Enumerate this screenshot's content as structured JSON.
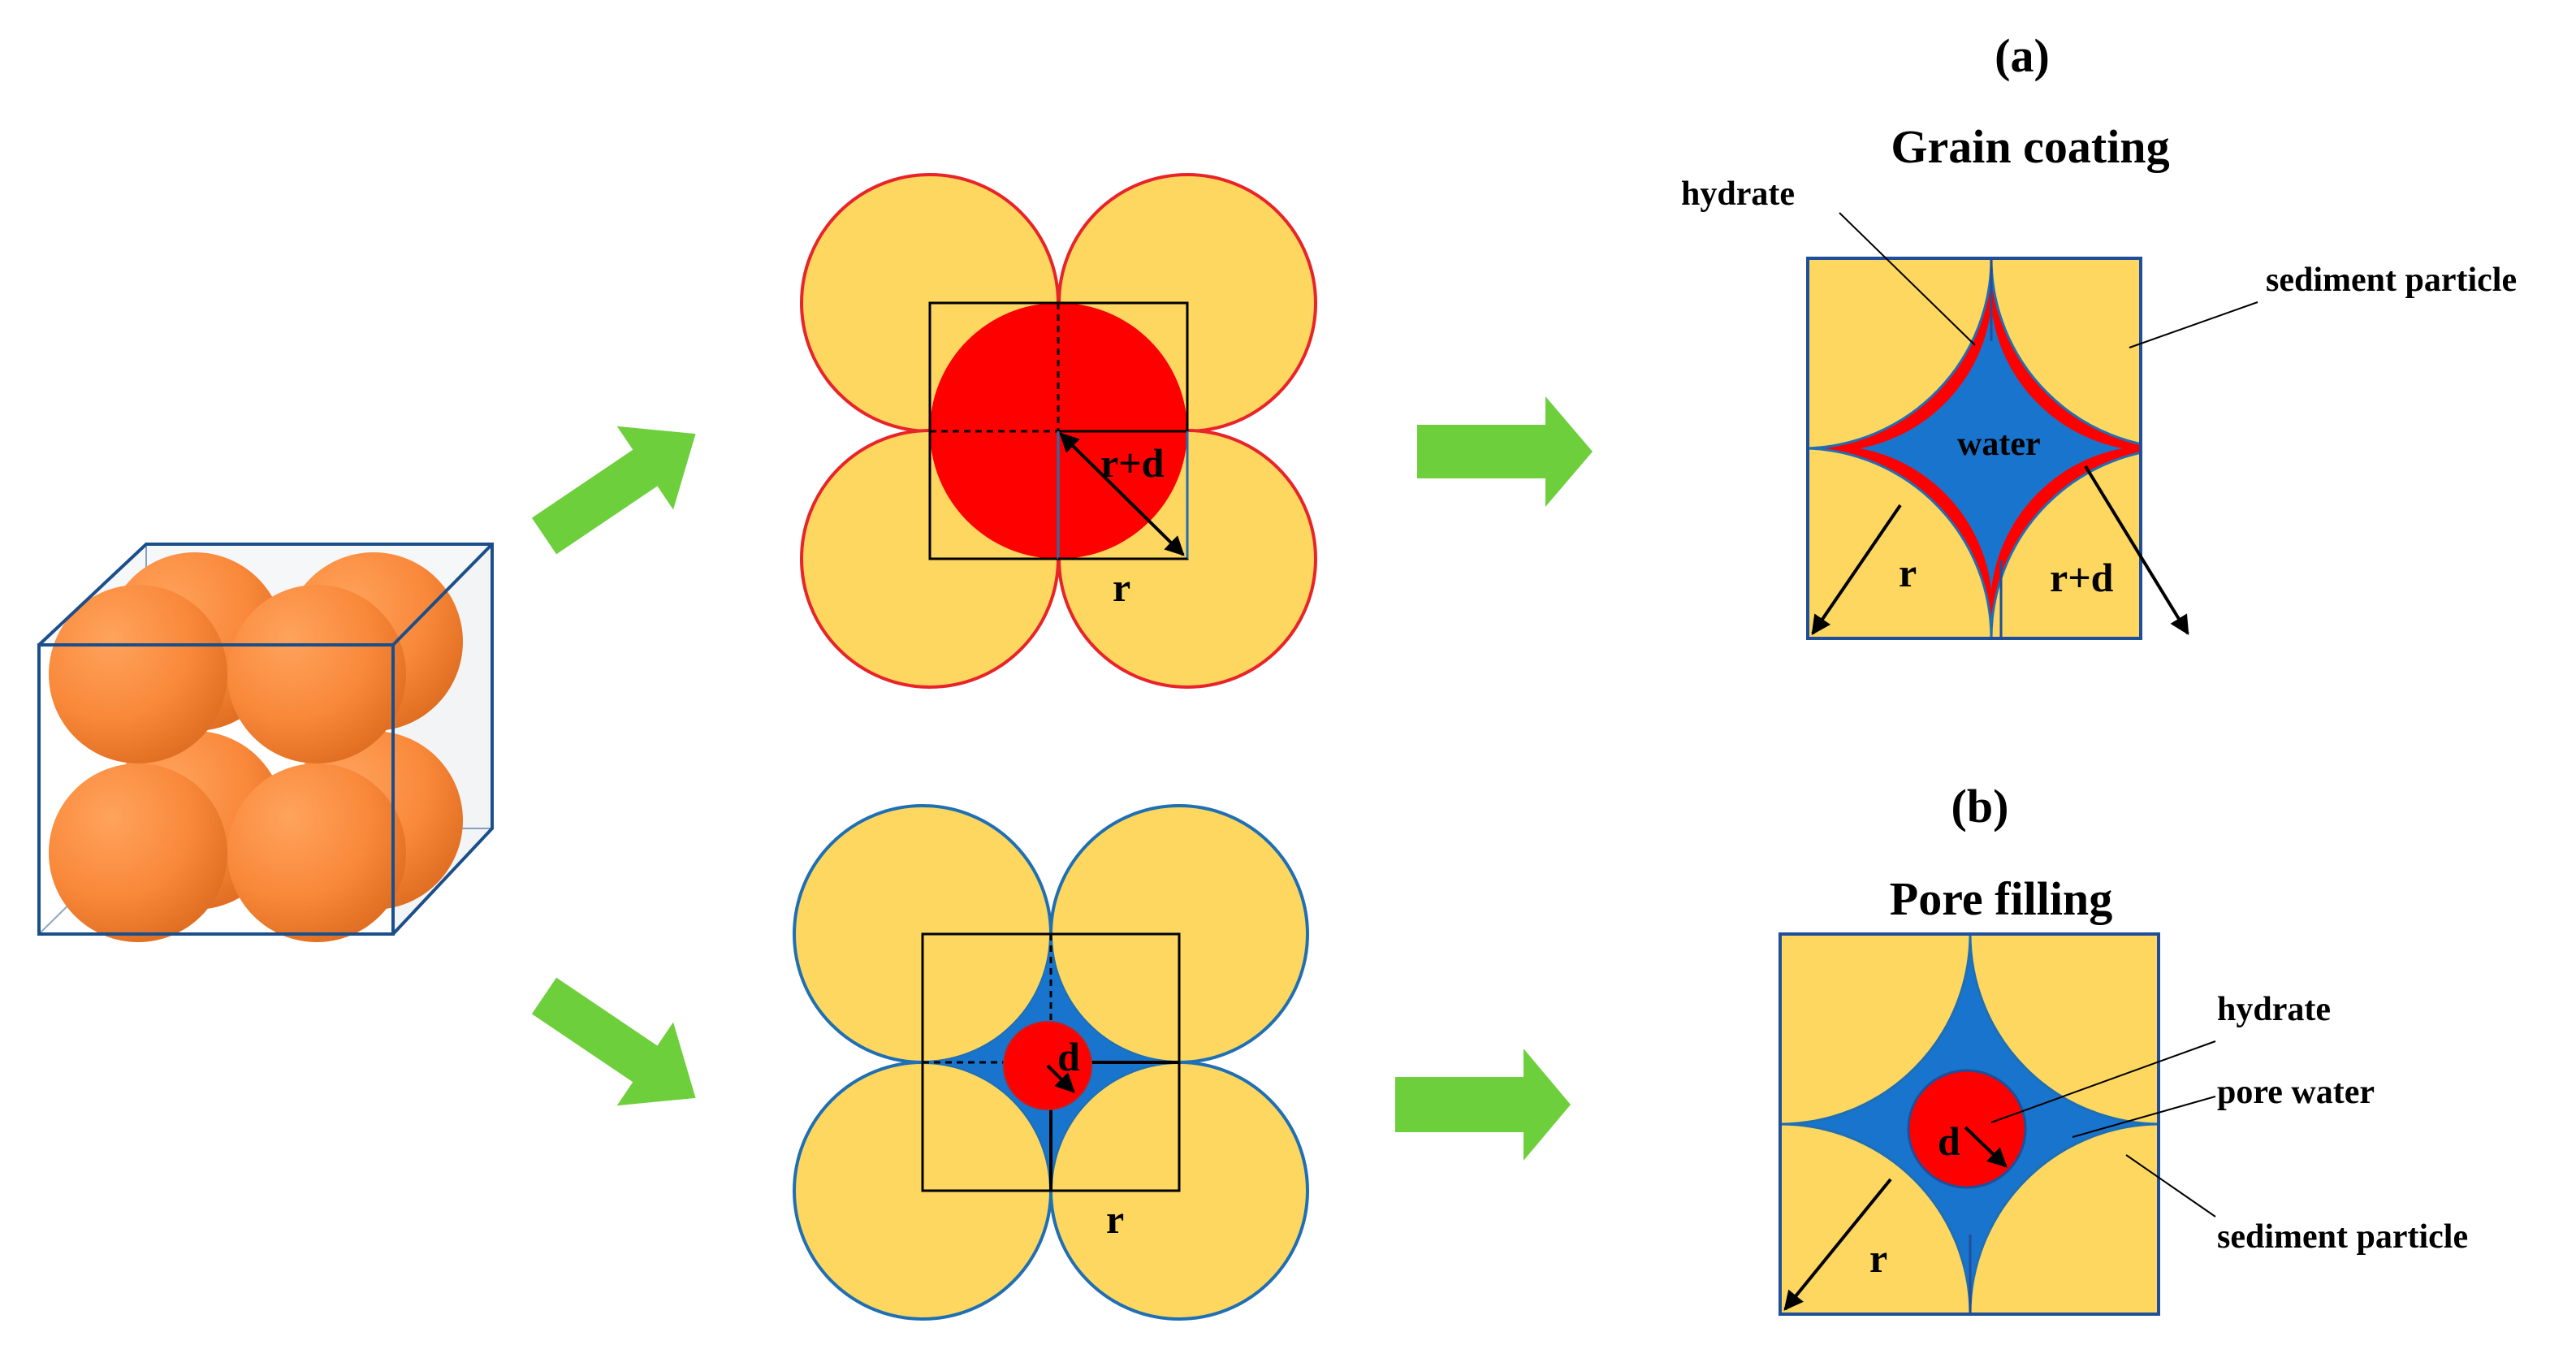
{
  "panels": {
    "a": {
      "tag": "(a)",
      "title": "Grain coating",
      "labels": {
        "hydrate": "hydrate",
        "sediment": "sediment particle",
        "water": "water",
        "r": "r",
        "r_plus_d": "r+d"
      },
      "middle_labels": {
        "r_plus_d": "r+d",
        "r": "r"
      }
    },
    "b": {
      "tag": "(b)",
      "title": "Pore filling",
      "labels": {
        "hydrate": "hydrate",
        "pore_water": "pore water",
        "sediment": "sediment particle",
        "d": "d",
        "r": "r"
      },
      "middle_labels": {
        "d": "d",
        "r": "r"
      }
    }
  },
  "colors": {
    "grain_fill": "#FDD75F",
    "hydrate": "#FF0000",
    "water": "#1874CD",
    "arrow": "#6ECF3C",
    "sphere": "#F9883A",
    "cube_edge": "#1B4F8A",
    "grain_edge_a": "#E8242A",
    "grain_edge_b": "#1F6FB5",
    "frame_edge": "#1F4E9A"
  },
  "icons": [
    "green-arrow-icon"
  ]
}
